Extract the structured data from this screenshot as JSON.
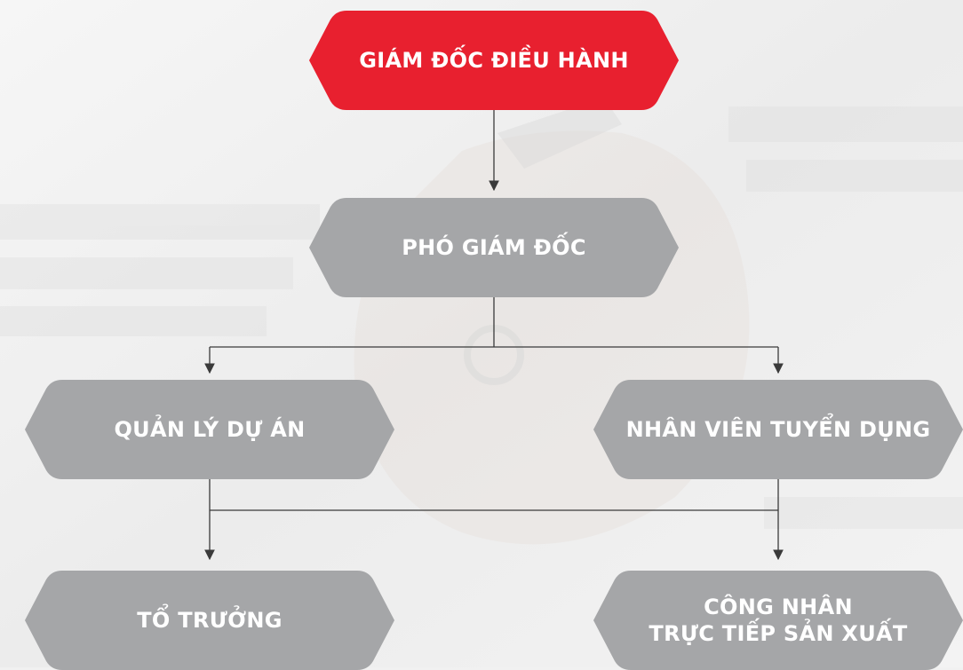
{
  "colors": {
    "primary_node": "#e8202f",
    "secondary_node": "#a5a6a8",
    "connector": "#3a3a3a",
    "label_text": "#ffffff"
  },
  "nodes": {
    "ceo": "GIÁM ĐỐC ĐIỀU HÀNH",
    "vice_director": "PHÓ GIÁM ĐỐC",
    "project_manager": "QUẢN LÝ DỰ ÁN",
    "recruitment_staff": "NHÂN VIÊN TUYỂN DỤNG",
    "team_leader": "TỔ TRƯỞNG",
    "worker_line1": "CÔNG NHÂN",
    "worker_line2": "TRỰC TIẾP SẢN XUẤT"
  }
}
